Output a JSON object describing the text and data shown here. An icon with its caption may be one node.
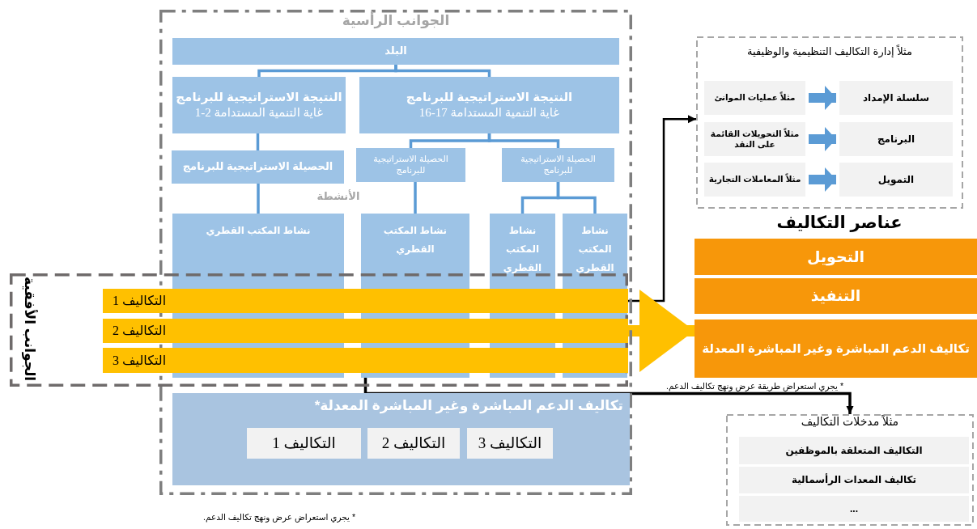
{
  "diagram": {
    "nodes": [
      {
        "text": [
          "الجوانب الرأسية"
        ]
      },
      {
        "text": [
          "البلد"
        ],
        "in": 0
      },
      {
        "text": [
          "النتيجة الاستراتيجية للبرنامج",
          "غاية التنمية المستدامة 17-16"
        ],
        "in": 0
      },
      {
        "text": [
          "النتيجة الاستراتيجية للبرنامج",
          "غاية التنمية المستدامة 2-1"
        ],
        "in": 0
      },
      {
        "text": [
          "الحصيلة الاستراتيجية للبرنامج"
        ],
        "in": 0
      },
      {
        "text": [
          "الحصيلة الاستراتيجية للبرنامج"
        ],
        "in": 0
      },
      {
        "text": [
          "الحصيلة الاستراتيجية للبرنامج"
        ],
        "in": 0
      },
      {
        "text": [
          "نشاط المكتب القطري"
        ],
        "in": 0
      },
      {
        "text": [
          "نشاط المكتب القطري"
        ],
        "in": 0
      },
      {
        "text": [
          "نشاط المكتب القطري"
        ],
        "in": 0
      },
      {
        "text": [
          "نشاط المكتب القطري"
        ],
        "in": 0
      },
      {
        "text": [
          "الجوانب الأفقية"
        ]
      },
      {
        "text": [
          "التكاليف 1"
        ],
        "in": 11
      },
      {
        "text": [
          "التكاليف 2"
        ],
        "in": 11
      },
      {
        "text": [
          "التكاليف 3"
        ],
        "in": 11
      },
      {
        "text": [
          "تكاليف الدعم المباشرة وغير المباشرة المعدلة*"
        ],
        "in": 0
      },
      {
        "text": [
          "التكاليف 3"
        ],
        "in": 15
      },
      {
        "text": [
          "التكاليف 2"
        ],
        "in": 15
      },
      {
        "text": [
          "التكاليف 1"
        ],
        "in": 15
      },
      {
        "text": [
          "مثلاً إدارة التكاليف التنظيمية والوظيفية"
        ]
      },
      {
        "text": [
          "سلسلة الإمداد"
        ],
        "in": 19
      },
      {
        "text": [
          "مثلاً عمليات الموانئ"
        ],
        "in": 19
      },
      {
        "text": [
          "البرنامج"
        ],
        "in": 19
      },
      {
        "text": [
          "مثلاً التحويلات القائمة على النقد"
        ],
        "in": 19
      },
      {
        "text": [
          "التمويل"
        ],
        "in": 19
      },
      {
        "text": [
          "مثلاً المعاملات التجارية"
        ],
        "in": 19
      },
      {
        "text": [
          "التحويل"
        ]
      },
      {
        "text": [
          "التنفيذ"
        ]
      },
      {
        "text": [
          "تكاليف الدعم المباشرة وغير المباشرة المعدلة"
        ],
        "beside": [
          "* يجري استعراض طريقة عرض ونهج تكاليف الدعم."
        ]
      },
      {
        "text": [
          "مثلاً مدخلات التكاليف"
        ]
      },
      {
        "text": [
          "التكاليف المتعلقة بالموظفين"
        ],
        "in": 29
      },
      {
        "text": [
          "تكاليف المعدات الرأسمالية"
        ],
        "in": 29
      },
      {
        "text": [
          "..."
        ],
        "in": 29
      }
    ],
    "edges": [
      {
        "from": 1,
        "to": 2,
        "arrow": "none"
      },
      {
        "from": 1,
        "to": 3,
        "arrow": "none"
      },
      {
        "from": 2,
        "to": 4,
        "arrow": "none"
      },
      {
        "from": 2,
        "to": 5,
        "arrow": "none"
      },
      {
        "from": 3,
        "to": 6,
        "arrow": "none"
      },
      {
        "from": 4,
        "to": 7,
        "arrow": "none"
      },
      {
        "from": 4,
        "to": 8,
        "arrow": "none"
      },
      {
        "from": 5,
        "to": 9,
        "arrow": "none"
      },
      {
        "from": 6,
        "to": 10,
        "arrow": "none"
      },
      {
        "from": 12,
        "to": 19,
        "arrow": "to",
        "color": "#000000"
      },
      {
        "from": 14,
        "to": 29,
        "arrow": "to",
        "color": "#000000"
      },
      {
        "from": 13,
        "to": 28,
        "arrow": "to",
        "style": "thick",
        "color": "#ffc000"
      },
      {
        "from": 21,
        "to": 20,
        "arrow": "to",
        "style": "thick"
      },
      {
        "from": 23,
        "to": 22,
        "arrow": "to",
        "style": "thick"
      },
      {
        "from": 25,
        "to": 24,
        "arrow": "to",
        "style": "thick"
      }
    ],
    "labels": [
      "الأنشطة",
      "عناصر التكاليف",
      "* يجري استعراض عرض ونهج تكاليف الدعم."
    ]
  }
}
